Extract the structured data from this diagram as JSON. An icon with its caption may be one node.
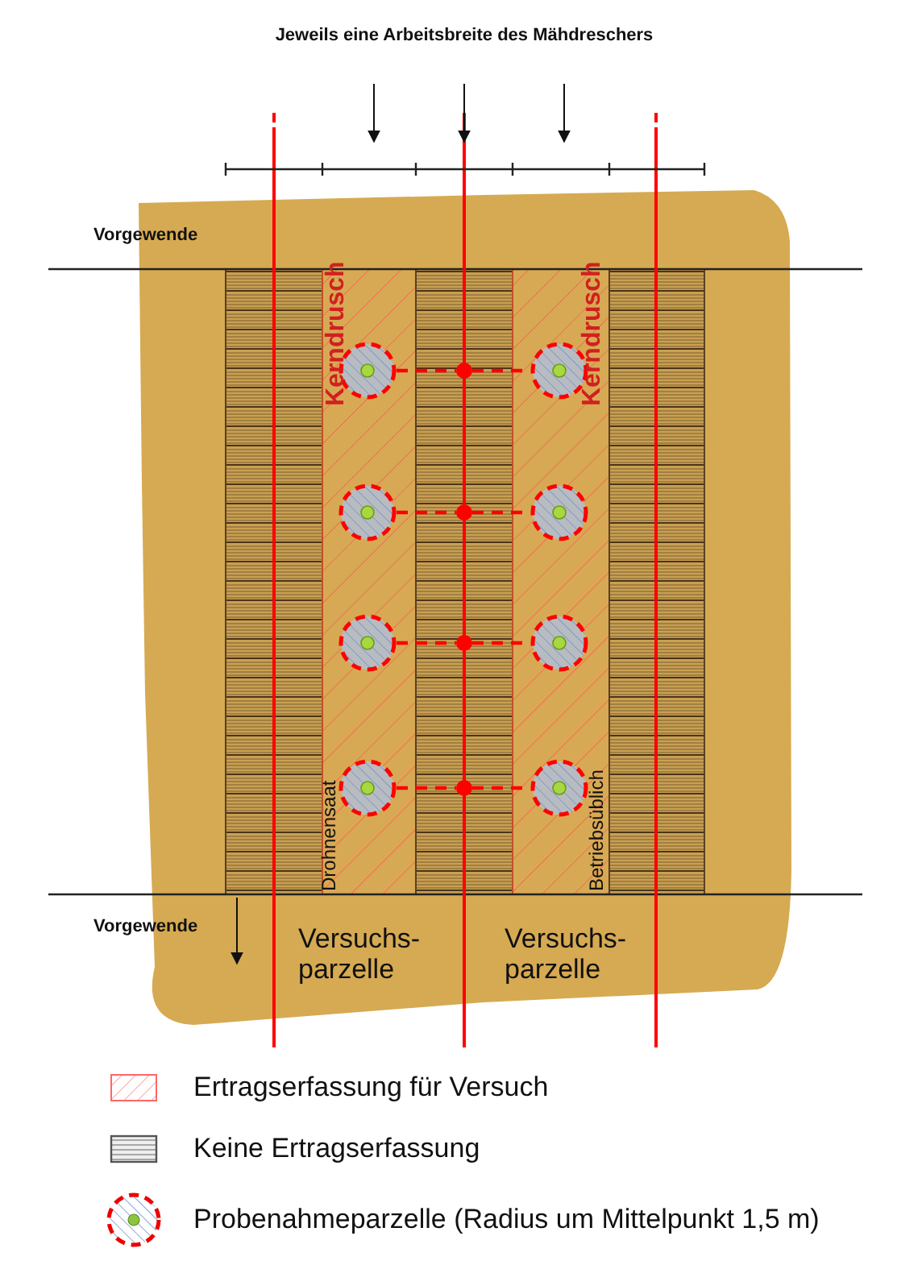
{
  "diagram": {
    "title": "Jeweils eine Arbeitsbreite des Mähdreschers",
    "nodes": [
      {
        "text": [],
        "shape": "circle"
      },
      {
        "text": [],
        "shape": "circle"
      },
      {
        "text": [],
        "shape": "circle"
      },
      {
        "text": [],
        "shape": "circle"
      },
      {
        "text": [],
        "shape": "circle"
      },
      {
        "text": [],
        "shape": "circle"
      },
      {
        "text": [],
        "shape": "circle"
      },
      {
        "text": [],
        "shape": "circle"
      },
      {
        "text": [],
        "shape": "circle"
      },
      {
        "text": [],
        "shape": "circle"
      },
      {
        "text": [],
        "shape": "circle"
      },
      {
        "text": [],
        "shape": "circle"
      }
    ],
    "edges": [
      {
        "from": 0,
        "to": 1,
        "arrow": "none",
        "style": "dashed"
      },
      {
        "from": 1,
        "to": 2,
        "arrow": "none",
        "style": "dashed"
      },
      {
        "from": 3,
        "to": 4,
        "arrow": "none",
        "style": "dashed"
      },
      {
        "from": 4,
        "to": 5,
        "arrow": "none",
        "style": "dashed"
      },
      {
        "from": 6,
        "to": 7,
        "arrow": "none",
        "style": "dashed"
      },
      {
        "from": 7,
        "to": 8,
        "arrow": "none",
        "style": "dashed"
      },
      {
        "from": 9,
        "to": 10,
        "arrow": "none",
        "style": "dashed"
      },
      {
        "from": 10,
        "to": 11,
        "arrow": "none",
        "style": "dashed"
      }
    ],
    "labels": [
      "Vorgewende",
      "Kerndrusch",
      "Kerndrusch",
      "Drohnensaat",
      "Betriebsüblich",
      "Vorgewende",
      "Versuchs- parzelle",
      "Versuchs- parzelle"
    ],
    "legend": [
      {
        "text": "Ertragserfassung für Versuch"
      },
      {
        "text": "Keine Ertragserfassung"
      },
      {
        "text": "Probenahmeparzelle (Radius um Mittelpunkt 1,5 m)"
      }
    ]
  }
}
